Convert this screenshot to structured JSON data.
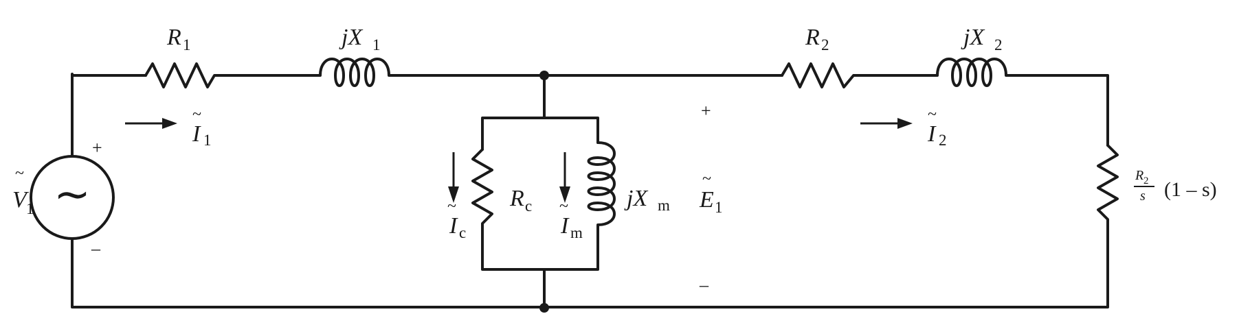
{
  "circuit": {
    "source": {
      "label": "V",
      "sub": "1",
      "plus": "+",
      "minus": "–"
    },
    "r1": {
      "label": "R",
      "sub": "1"
    },
    "x1": {
      "prefix": "jX",
      "sub": "1"
    },
    "r2": {
      "label": "R",
      "sub": "2"
    },
    "x2": {
      "prefix": "jX",
      "sub": "2"
    },
    "i1": {
      "label": "I",
      "sub": "1"
    },
    "i2": {
      "label": "I",
      "sub": "2"
    },
    "rc": {
      "label": "R",
      "sub": "c"
    },
    "ic": {
      "label": "I",
      "sub": "c"
    },
    "xm": {
      "prefix": "jX",
      "sub": "m"
    },
    "im": {
      "label": "I",
      "sub": "m"
    },
    "e1": {
      "label": "E",
      "sub": "1",
      "plus": "+",
      "minus": "–"
    },
    "load": {
      "num": "R",
      "num_sub": "2",
      "den": "s",
      "factor": "(1 – s)"
    },
    "tilde": "~",
    "source_symbol": "∼"
  }
}
